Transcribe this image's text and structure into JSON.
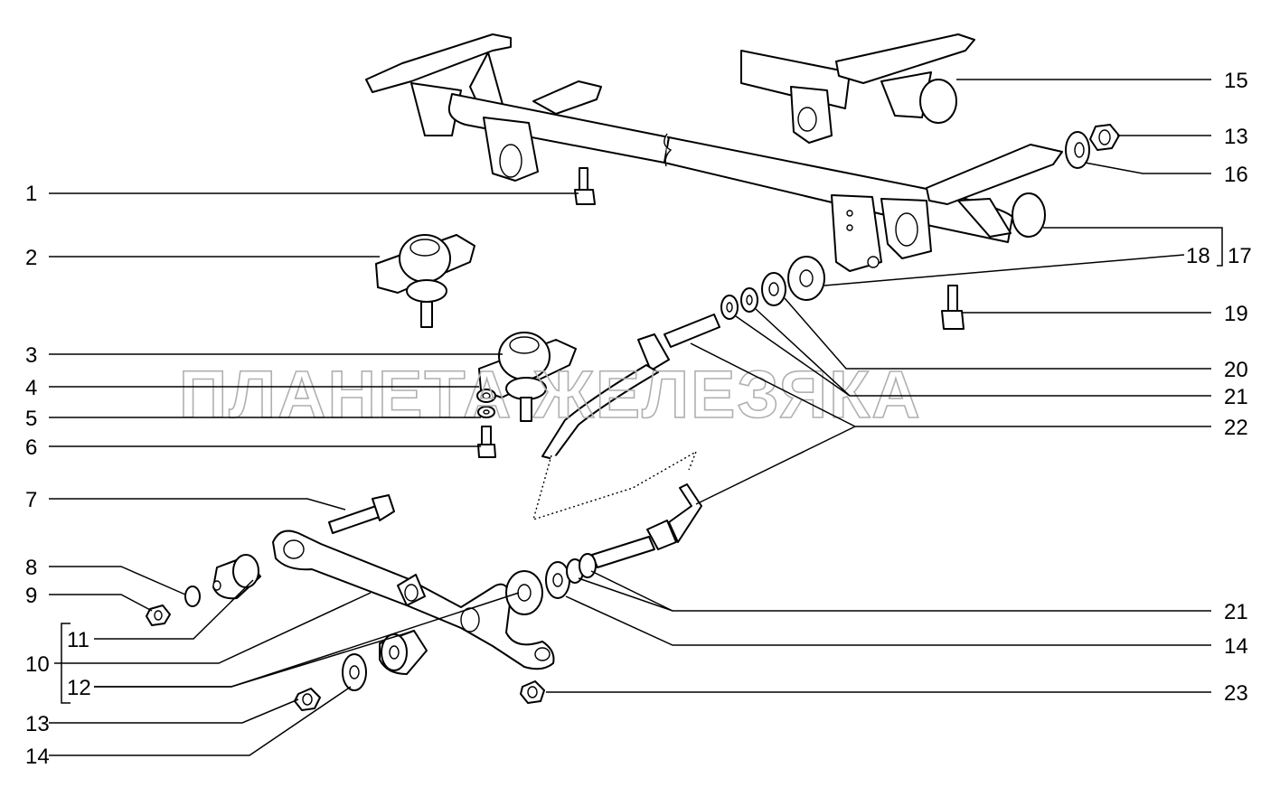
{
  "watermark": "ПЛАНЕТА ЖЕЛЕЗЯКА",
  "callouts_left": [
    "1",
    "2",
    "3",
    "4",
    "5",
    "6",
    "7",
    "8",
    "9",
    "10",
    "11",
    "12",
    "13",
    "14"
  ],
  "callouts_right": [
    "15",
    "13",
    "16",
    "17",
    "18",
    "19",
    "20",
    "21",
    "22",
    "21",
    "14",
    "23"
  ]
}
